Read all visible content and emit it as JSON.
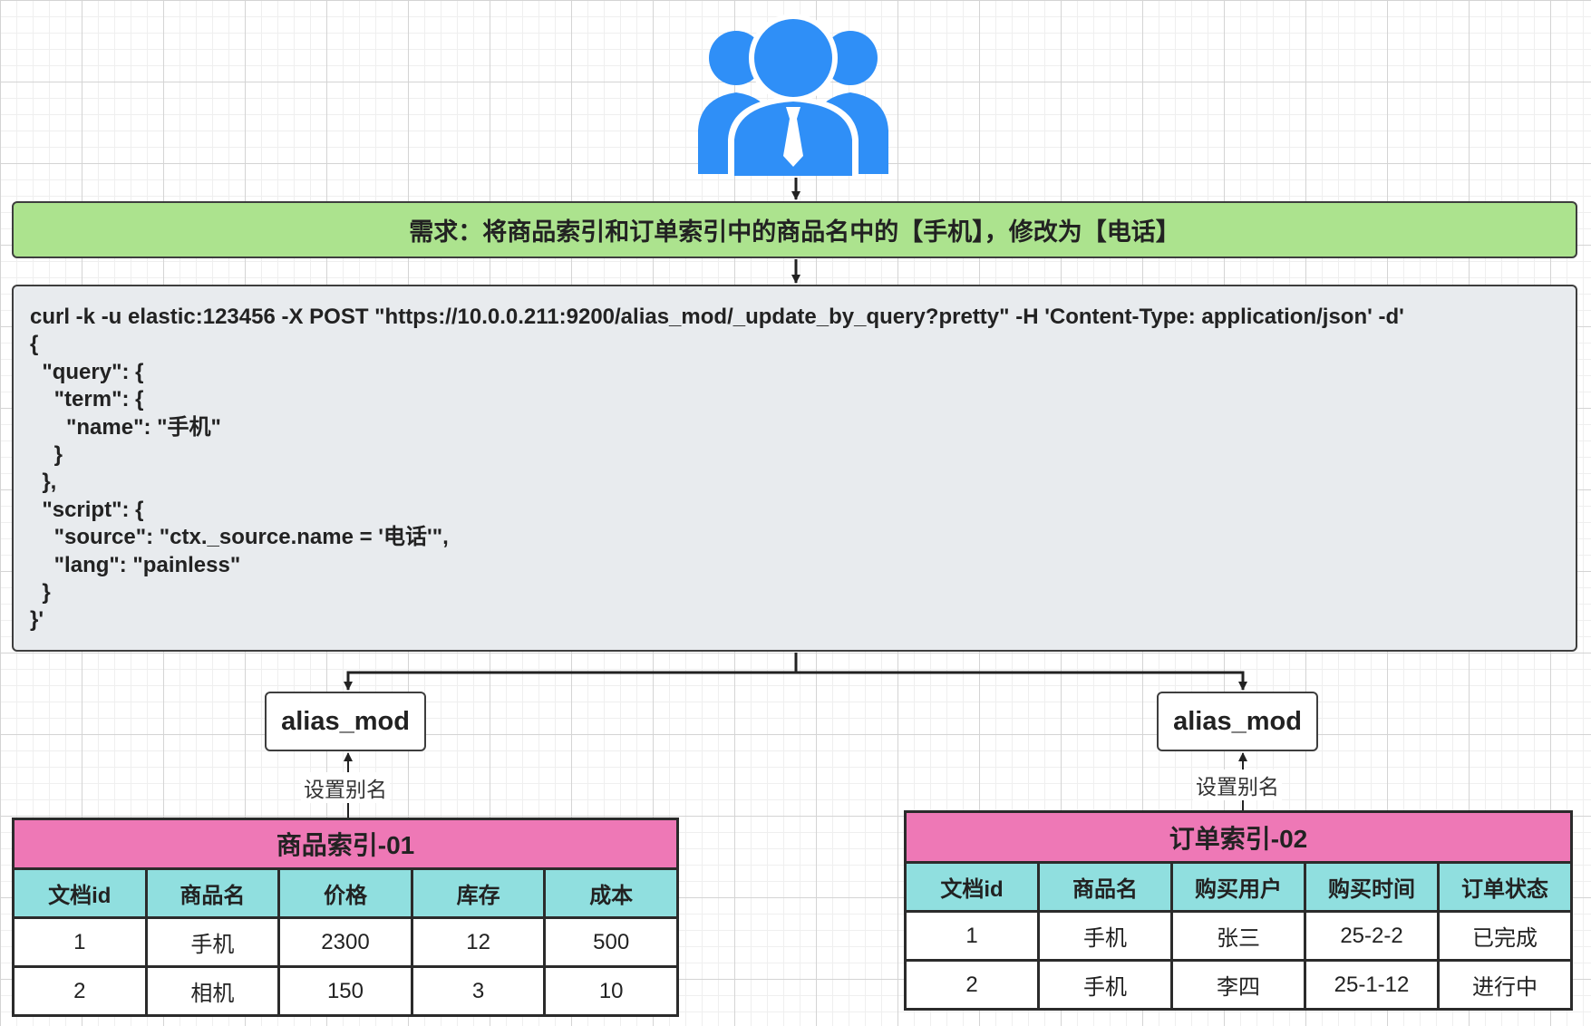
{
  "requirement": "需求：将商品索引和订单索引中的商品名中的【手机】，修改为【电话】",
  "code": "curl -k -u elastic:123456 -X POST \"https://10.0.0.211:9200/alias_mod/_update_by_query?pretty\" -H 'Content-Type: application/json' -d'\n{\n  \"query\": {\n    \"term\": {\n      \"name\": \"手机\"\n    }\n  },\n  \"script\": {\n    \"source\": \"ctx._source.name = '电话'\",\n    \"lang\": \"painless\"\n  }\n}'",
  "aliases": [
    {
      "label": "alias_mod",
      "link_label": "设置别名"
    },
    {
      "label": "alias_mod",
      "link_label": "设置别名"
    }
  ],
  "product_table": {
    "title": "商品索引-01",
    "headers": [
      "文档id",
      "商品名",
      "价格",
      "库存",
      "成本"
    ],
    "rows": [
      [
        "1",
        "手机",
        "2300",
        "12",
        "500"
      ],
      [
        "2",
        "相机",
        "150",
        "3",
        "10"
      ]
    ]
  },
  "order_table": {
    "title": "订单索引-02",
    "headers": [
      "文档id",
      "商品名",
      "购买用户",
      "购买时间",
      "订单状态"
    ],
    "rows": [
      [
        "1",
        "手机",
        "张三",
        "25-2-2",
        "已完成"
      ],
      [
        "2",
        "手机",
        "李四",
        "25-1-12",
        "进行中"
      ]
    ]
  },
  "icons": {
    "user": "user-group-icon"
  },
  "colors": {
    "icon_blue": "#2f8ff7",
    "requirement_bg": "#ace38e",
    "code_bg": "#e8ebee",
    "table_title_bg": "#ee78b6",
    "table_header_bg": "#90dfdf",
    "border": "#3e3e3e"
  }
}
